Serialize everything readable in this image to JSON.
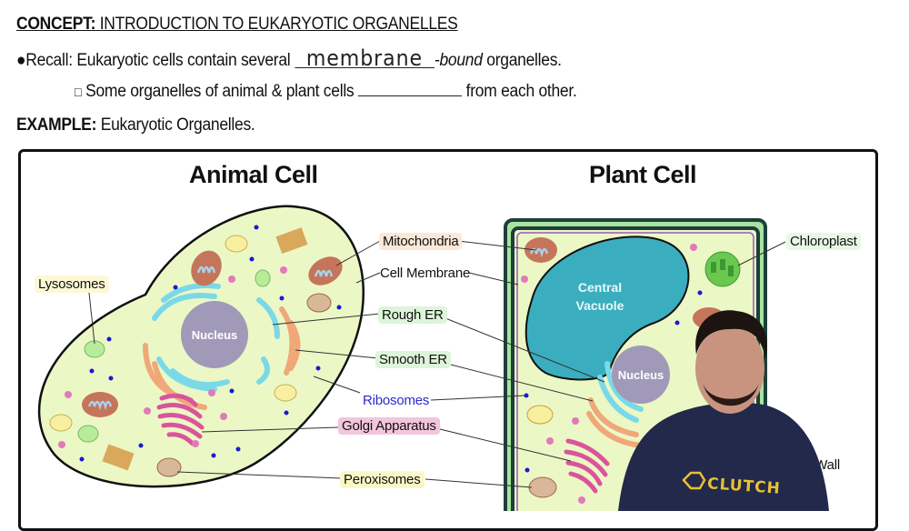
{
  "header": {
    "concept_prefix": "CONCEPT:",
    "concept_title": "INTRODUCTION TO EUKARYOTIC ORGANELLES",
    "recall_prefix": "●Recall: Eukaryotic cells contain several",
    "recall_handwritten": "membrane",
    "recall_italic": "-bound",
    "recall_suffix": "organelles.",
    "sub_bullet": "□",
    "sub_text_before": "Some organelles of animal & plant cells",
    "sub_text_after": "from each other.",
    "example_prefix": "EXAMPLE:",
    "example_text": "Eukaryotic Organelles."
  },
  "diagram": {
    "animal_title": "Animal Cell",
    "plant_title": "Plant Cell",
    "animal_nucleus": "Nucleus",
    "plant_nucleus": "Nucleus",
    "vacuole_line1": "Central",
    "vacuole_line2": "Vacuole",
    "labels": {
      "lysosomes": "Lysosomes",
      "mitochondria": "Mitochondria",
      "cell_membrane": "Cell Membrane",
      "rough_er": "Rough ER",
      "smooth_er": "Smooth ER",
      "ribosomes": "Ribosomes",
      "golgi": "Golgi Apparatus",
      "peroxisomes": "Peroxisomes",
      "chloroplast": "Chloroplast",
      "cell_wall": "ll Wall"
    },
    "colors": {
      "cytoplasm": "#ecf7c6",
      "nucleus": "#a09ab8",
      "rough_er": "#f0a878",
      "smooth_er": "#7ad9e8",
      "golgi": "#d9559b",
      "vacuole": "#3aaebe",
      "cell_wall": "#1c3f3a",
      "cell_wall_fill": "#a8e3a0",
      "ribosome": "#1a1ad0",
      "label_mito_bg": "#fbe8d6",
      "label_er_bg": "#ddf5da",
      "label_golgi_bg": "#f2c6dc",
      "label_perox_bg": "#fbf8c8",
      "label_lyso_bg": "#fbf8d4",
      "label_ribo_text": "#2b2bcf"
    }
  },
  "presenter": {
    "shirt_text": "CLUTCH"
  }
}
